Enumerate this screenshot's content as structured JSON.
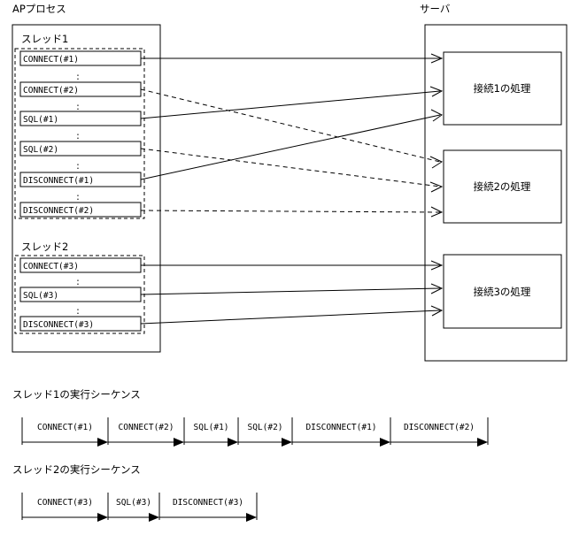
{
  "diagram": {
    "ap_process": {
      "title": "APプロセス",
      "threads": [
        {
          "name": "スレッド1",
          "steps": [
            {
              "label": "CONNECT(#1)",
              "line_style": "solid",
              "target": "接続1の処理"
            },
            {
              "label": "CONNECT(#2)",
              "line_style": "dashed",
              "target": "接続2の処理"
            },
            {
              "label": "SQL(#1)",
              "line_style": "solid",
              "target": "接続1の処理"
            },
            {
              "label": "SQL(#2)",
              "line_style": "dashed",
              "target": "接続2の処理"
            },
            {
              "label": "DISCONNECT(#1)",
              "line_style": "solid",
              "target": "接続1の処理"
            },
            {
              "label": "DISCONNECT(#2)",
              "line_style": "dashed",
              "target": "接続2の処理"
            }
          ],
          "separator": ":"
        },
        {
          "name": "スレッド2",
          "steps": [
            {
              "label": "CONNECT(#3)",
              "line_style": "solid",
              "target": "接続3の処理"
            },
            {
              "label": "SQL(#3)",
              "line_style": "solid",
              "target": "接続3の処理"
            },
            {
              "label": "DISCONNECT(#3)",
              "line_style": "solid",
              "target": "接続3の処理"
            }
          ],
          "separator": ":"
        }
      ]
    },
    "server": {
      "title": "サーバ",
      "connections": [
        {
          "label": "接続1の処理"
        },
        {
          "label": "接続2の処理"
        },
        {
          "label": "接続3の処理"
        }
      ]
    },
    "sequences": [
      {
        "title": "スレッド1の実行シーケンス",
        "steps": [
          "CONNECT(#1)",
          "CONNECT(#2)",
          "SQL(#1)",
          "SQL(#2)",
          "DISCONNECT(#1)",
          "DISCONNECT(#2)"
        ]
      },
      {
        "title": "スレッド2の実行シーケンス",
        "steps": [
          "CONNECT(#3)",
          "SQL(#3)",
          "DISCONNECT(#3)"
        ]
      }
    ]
  },
  "colors": {
    "stroke": "#000000",
    "background": "#ffffff"
  }
}
